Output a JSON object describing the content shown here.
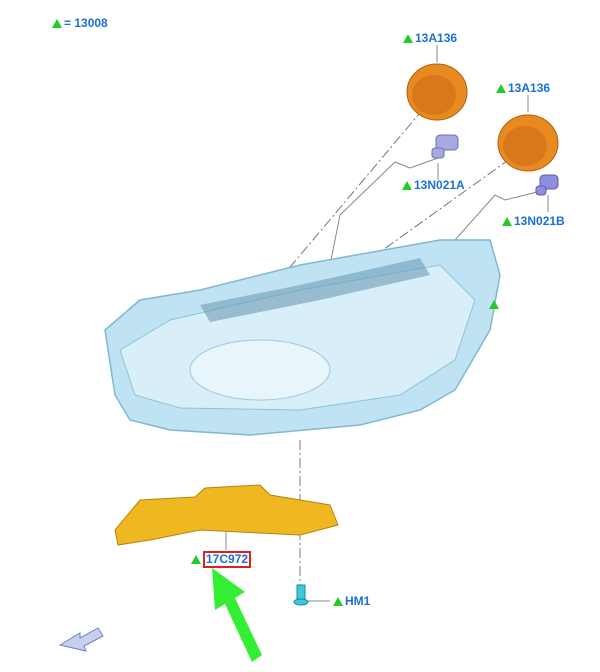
{
  "legend": {
    "text": "= 13008"
  },
  "callouts": [
    {
      "part": "13A136"
    },
    {
      "part": "13A136"
    },
    {
      "part": "13N021A"
    },
    {
      "part": "13N021B"
    },
    {
      "part": "17C972",
      "highlighted": true
    },
    {
      "part": "HM1"
    }
  ],
  "colors": {
    "label": "#1a6fd8",
    "marker": "#22cc22",
    "highlight": "#e02020",
    "arrow": "#33ee33"
  },
  "icons": [
    "green-triangle-marker",
    "nav-arrow-icon",
    "pointer-arrow"
  ]
}
